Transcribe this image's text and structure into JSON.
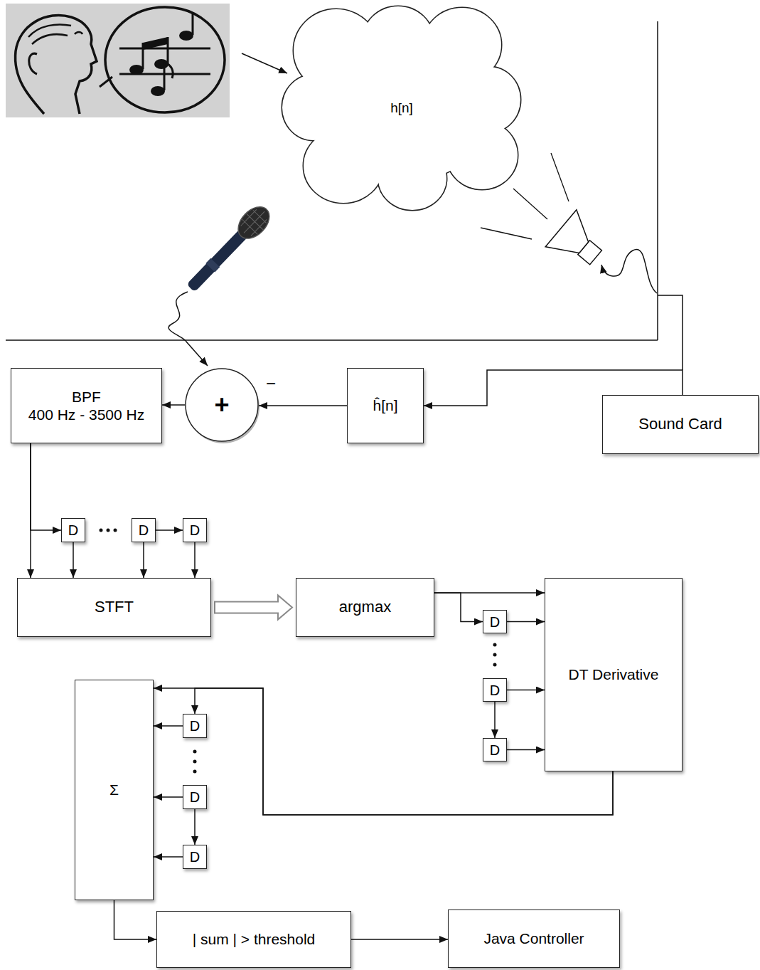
{
  "diagram": {
    "nodes": [
      {
        "text": [
          "h[n]"
        ]
      },
      {
        "text": [
          "BPF",
          "400 Hz - 3500 Hz"
        ]
      },
      {
        "text": [
          "+"
        ]
      },
      {
        "text": [
          "ĥ[n]"
        ]
      },
      {
        "text": [
          "Sound Card"
        ]
      },
      {
        "text": [
          "D"
        ]
      },
      {
        "text": [
          "D"
        ]
      },
      {
        "text": [
          "D"
        ]
      },
      {
        "text": [
          "STFT"
        ]
      },
      {
        "text": [
          "argmax"
        ]
      },
      {
        "text": [
          "D"
        ]
      },
      {
        "text": [
          "DT Derivative"
        ]
      },
      {
        "text": [
          "D"
        ]
      },
      {
        "text": [
          "D"
        ]
      },
      {
        "text": [
          "Σ"
        ]
      },
      {
        "text": [
          "D"
        ]
      },
      {
        "text": [
          "D"
        ]
      },
      {
        "text": [
          "D"
        ]
      },
      {
        "text": [
          "| sum | > threshold"
        ]
      },
      {
        "text": [
          "Java Controller"
        ]
      }
    ],
    "edges": [
      {
        "from": 4,
        "to": 3,
        "arrow": "to"
      },
      {
        "from": 3,
        "to": 2,
        "arrow": "to"
      },
      {
        "from": 2,
        "to": 1,
        "arrow": "to"
      },
      {
        "from": 1,
        "to": 8,
        "arrow": "to"
      },
      {
        "from": 1,
        "to": 5,
        "arrow": "to"
      },
      {
        "from": 5,
        "to": 8,
        "arrow": "to"
      },
      {
        "from": 6,
        "to": 7,
        "arrow": "to"
      },
      {
        "from": 6,
        "to": 8,
        "arrow": "to"
      },
      {
        "from": 7,
        "to": 8,
        "arrow": "to"
      },
      {
        "from": 8,
        "to": 9,
        "arrow": "to"
      },
      {
        "from": 9,
        "to": 11,
        "arrow": "to"
      },
      {
        "from": 9,
        "to": 10,
        "arrow": "to"
      },
      {
        "from": 10,
        "to": 11,
        "arrow": "to"
      },
      {
        "from": 12,
        "to": 11,
        "arrow": "to"
      },
      {
        "from": 12,
        "to": 13,
        "arrow": "to"
      },
      {
        "from": 13,
        "to": 11,
        "arrow": "to"
      },
      {
        "from": 11,
        "to": 14,
        "arrow": "to"
      },
      {
        "from": 11,
        "to": 15,
        "arrow": "to"
      },
      {
        "from": 15,
        "to": 14,
        "arrow": "to"
      },
      {
        "from": 16,
        "to": 14,
        "arrow": "to"
      },
      {
        "from": 16,
        "to": 17,
        "arrow": "to"
      },
      {
        "from": 17,
        "to": 14,
        "arrow": "to"
      },
      {
        "from": 14,
        "to": 18,
        "arrow": "to"
      },
      {
        "from": 18,
        "to": 19,
        "arrow": "to"
      }
    ],
    "labels": [
      "−"
    ]
  }
}
